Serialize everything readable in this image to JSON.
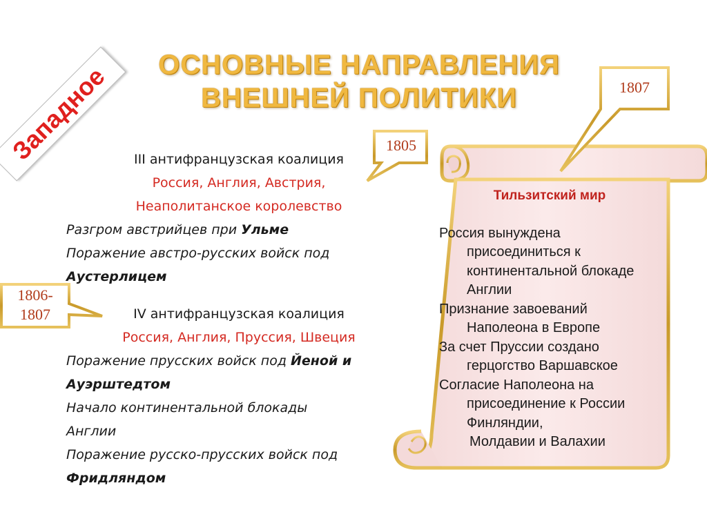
{
  "title": {
    "line1": "ОСНОВНЫЕ НАПРАВЛЕНИЯ",
    "line2": "ВНЕШНЕЙ ПОЛИТИКИ"
  },
  "direction_tag": "Западное",
  "callouts": {
    "c1805": "1805",
    "c1806_line1": "1806-",
    "c1806_line2": "1807",
    "c1807": "1807"
  },
  "left": {
    "coalition3_title": "III антифранцузская  коалиция",
    "coalition3_members_1": "Россия, Англия, Австрия,",
    "coalition3_members_2": "Неаполитанское королевство",
    "ulm_prefix": "Разгром австрийцев при ",
    "ulm_bold": "Ульме",
    "austerlitz_prefix": "Поражение австро-русских войск под",
    "austerlitz_bold": "Аустерлицем",
    "coalition4_title": "IV антифранцузская  коалиция",
    "coalition4_members": "Россия, Англия, Пруссия, Швеция",
    "jena_prefix": " Поражение прусских войск под ",
    "jena_bold": "Йеной и",
    "auerstedt_bold": "Ауэрштедтом",
    "blockade_1": "Начало континентальной блокады",
    "blockade_2": "Англии",
    "friedland_prefix": "Поражение русско-прусских войск под",
    "friedland_bold": "Фридляндом"
  },
  "scroll": {
    "title": "Тильзитский мир",
    "items": [
      "Россия вынуждена присоединиться к континентальной блокаде Англии",
      "Признание завоеваний Наполеона в Европе",
      "За счет Пруссии создано герцогство Варшавское",
      "Согласие Наполеона на присоединение к России Финляндии,",
      "Молдавии и Валахии"
    ]
  },
  "colors": {
    "title_gold": "#f0b840",
    "accent_red": "#d42a22",
    "scroll_fill": "#f7e2e2",
    "scroll_border": "#c9a227"
  }
}
